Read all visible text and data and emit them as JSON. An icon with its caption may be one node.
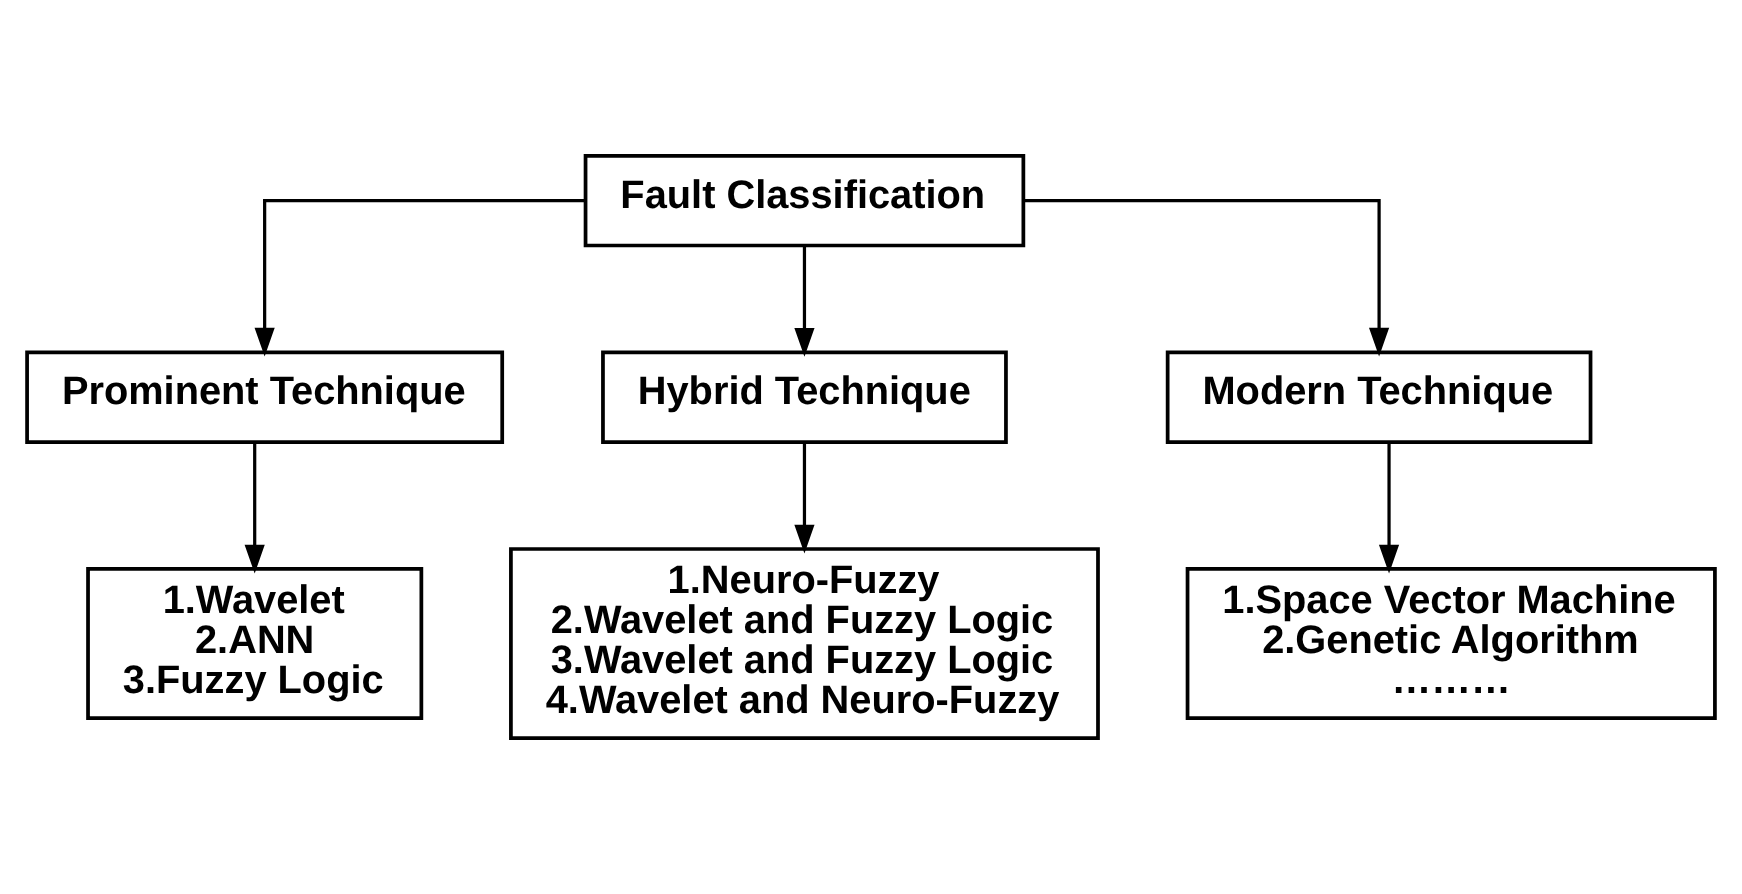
{
  "diagram": {
    "nodes": [
      {
        "text": [
          "Fault Classification"
        ]
      },
      {
        "text": [
          "Prominent Technique"
        ]
      },
      {
        "text": [
          "Hybrid Technique"
        ]
      },
      {
        "text": [
          "Modern Technique"
        ]
      },
      {
        "text": [
          "1.Wavelet",
          "2.ANN",
          "3.Fuzzy Logic"
        ]
      },
      {
        "text": [
          "1.Neuro-Fuzzy",
          "2.Wavelet and Fuzzy Logic",
          "3.Wavelet and Fuzzy Logic",
          "4.Wavelet and Neuro-Fuzzy"
        ]
      },
      {
        "text": [
          "1.Space Vector Machine",
          "2.Genetic Algorithm",
          "………"
        ]
      }
    ],
    "edges": [
      {
        "from": 0,
        "to": 1,
        "arrow": "to"
      },
      {
        "from": 0,
        "to": 2,
        "arrow": "to"
      },
      {
        "from": 0,
        "to": 3,
        "arrow": "to"
      },
      {
        "from": 1,
        "to": 4,
        "arrow": "to"
      },
      {
        "from": 2,
        "to": 5,
        "arrow": "to"
      },
      {
        "from": 3,
        "to": 6,
        "arrow": "to"
      }
    ]
  }
}
